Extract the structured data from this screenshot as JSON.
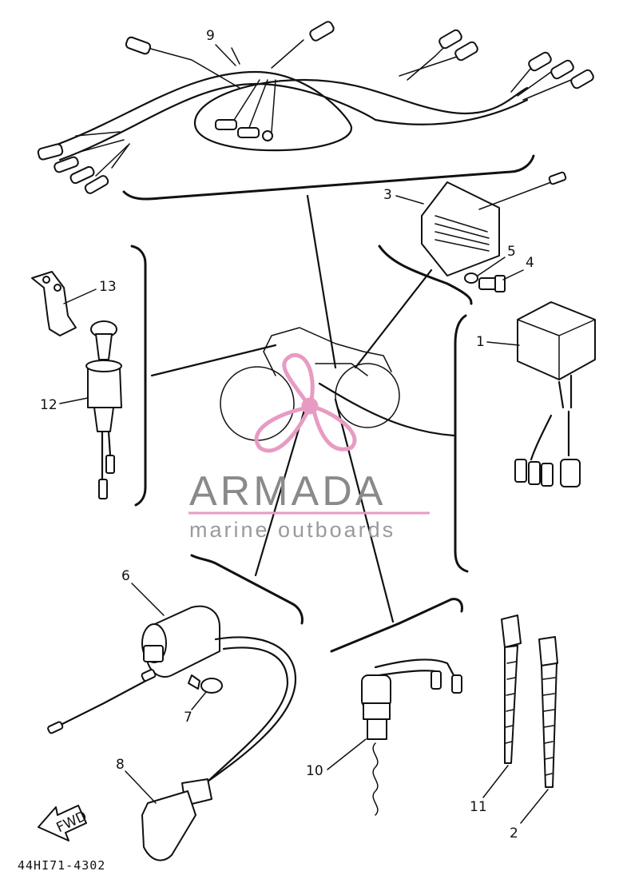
{
  "callouts": [
    {
      "id": "1",
      "label": "1"
    },
    {
      "id": "2",
      "label": "2"
    },
    {
      "id": "3",
      "label": "3"
    },
    {
      "id": "4",
      "label": "4"
    },
    {
      "id": "5",
      "label": "5"
    },
    {
      "id": "6",
      "label": "6"
    },
    {
      "id": "7",
      "label": "7"
    },
    {
      "id": "8",
      "label": "8"
    },
    {
      "id": "9",
      "label": "9"
    },
    {
      "id": "10",
      "label": "10"
    },
    {
      "id": "11",
      "label": "11"
    },
    {
      "id": "12",
      "label": "12"
    },
    {
      "id": "13",
      "label": "13"
    }
  ],
  "direction_arrow": {
    "label": "FWD"
  },
  "drawing_code": "44HI71-4302",
  "watermark": {
    "brand": "ARMADA",
    "tagline": "marine outboards",
    "color": "#e89bc2",
    "text_color": "#8a8a8a",
    "icon": "propeller-logo-icon"
  },
  "colors": {
    "line": "#111111",
    "background": "#ffffff"
  }
}
